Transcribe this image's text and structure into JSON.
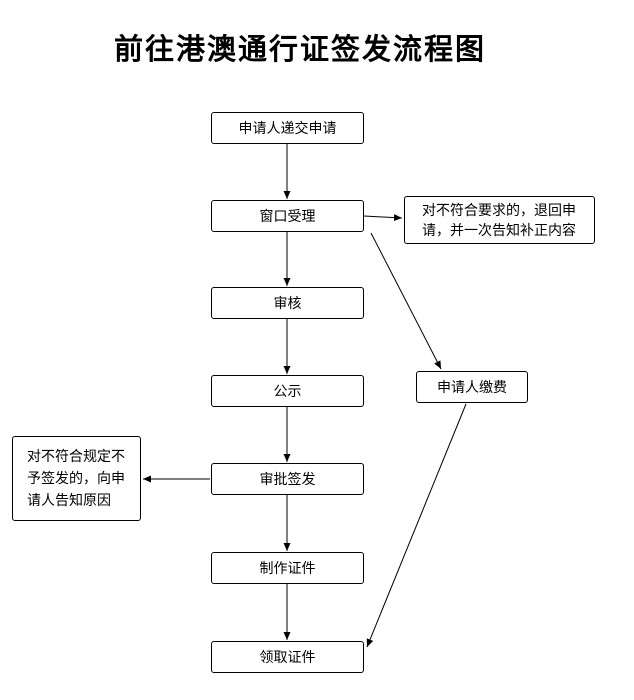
{
  "title": "前往港澳通行证签发流程图",
  "colors": {
    "background": "#ffffff",
    "box_border": "#000000",
    "line": "#000000",
    "text": "#000000"
  },
  "nodes": {
    "submit": {
      "label": "申请人递交申请"
    },
    "accept": {
      "label": "窗口受理"
    },
    "review": {
      "label": "审核"
    },
    "publicity": {
      "label": "公示"
    },
    "approve": {
      "label": "审批签发"
    },
    "produce": {
      "label": "制作证件"
    },
    "collect": {
      "label": "领取证件"
    },
    "pay": {
      "label": "申请人缴费"
    },
    "return_note": {
      "label": "对不符合要求的，退回申请，并一次告知补正内容"
    },
    "refuse_note": {
      "label": "对不符合规定不予签发的，向申请人告知原因"
    }
  },
  "edges": [
    {
      "from": "submit",
      "to": "accept"
    },
    {
      "from": "accept",
      "to": "review"
    },
    {
      "from": "accept",
      "to": "return_note"
    },
    {
      "from": "accept",
      "to": "pay"
    },
    {
      "from": "review",
      "to": "publicity"
    },
    {
      "from": "publicity",
      "to": "approve"
    },
    {
      "from": "approve",
      "to": "refuse_note"
    },
    {
      "from": "approve",
      "to": "produce"
    },
    {
      "from": "produce",
      "to": "collect"
    },
    {
      "from": "pay",
      "to": "collect"
    }
  ]
}
